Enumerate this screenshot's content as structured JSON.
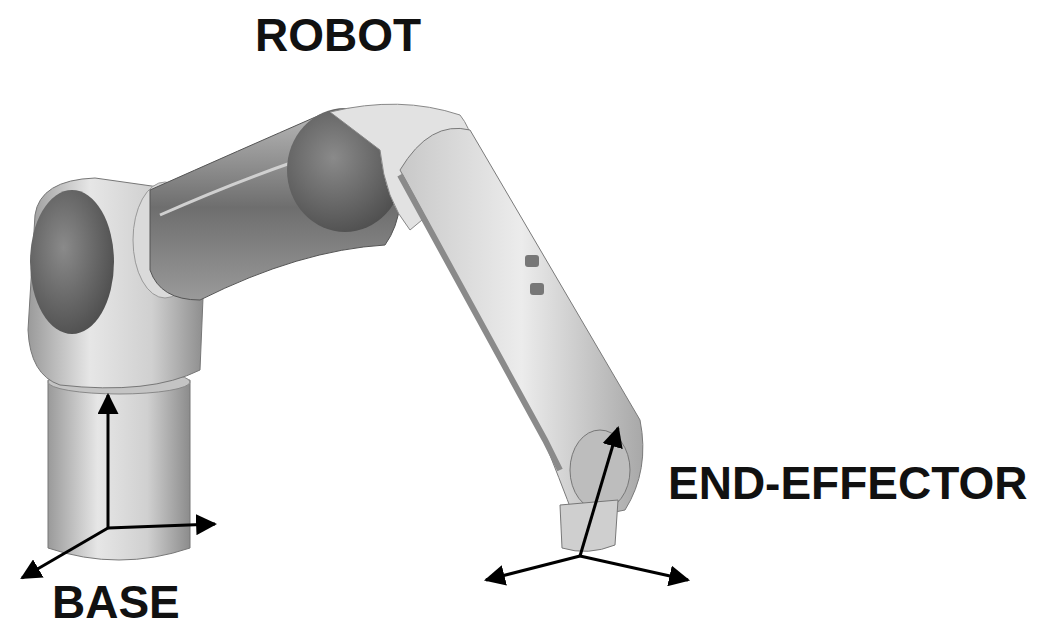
{
  "diagram": {
    "title": "ROBOT",
    "labels": [
      "BASE",
      "END-EFFECTOR"
    ]
  }
}
